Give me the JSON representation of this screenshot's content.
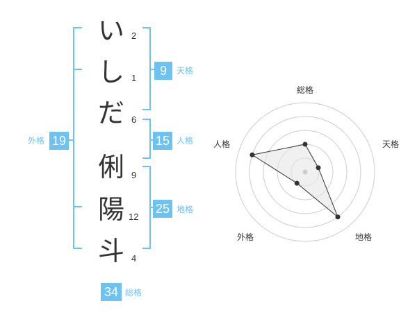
{
  "name": {
    "characters": [
      {
        "char": "い",
        "strokes": "2"
      },
      {
        "char": "し",
        "strokes": "1"
      },
      {
        "char": "だ",
        "strokes": "6"
      },
      {
        "char": "俐",
        "strokes": "9"
      },
      {
        "char": "陽",
        "strokes": "12"
      },
      {
        "char": "斗",
        "strokes": "4"
      }
    ]
  },
  "fortunes": {
    "tenkaku": {
      "value": "9",
      "label": "天格"
    },
    "jinkaku": {
      "value": "15",
      "label": "人格"
    },
    "chikaku": {
      "value": "25",
      "label": "地格"
    },
    "gaikaku": {
      "value": "19",
      "label": "外格"
    },
    "soukaku": {
      "value": "34",
      "label": "総格"
    }
  },
  "colors": {
    "accent": "#6cc2f2",
    "text": "#333333",
    "grid": "#cccccc"
  },
  "chart_data": {
    "type": "radar",
    "axes": [
      "総格",
      "天格",
      "地格",
      "外格",
      "人格"
    ],
    "values": [
      2,
      1,
      4,
      1,
      4
    ],
    "max": 5,
    "grid": true
  }
}
